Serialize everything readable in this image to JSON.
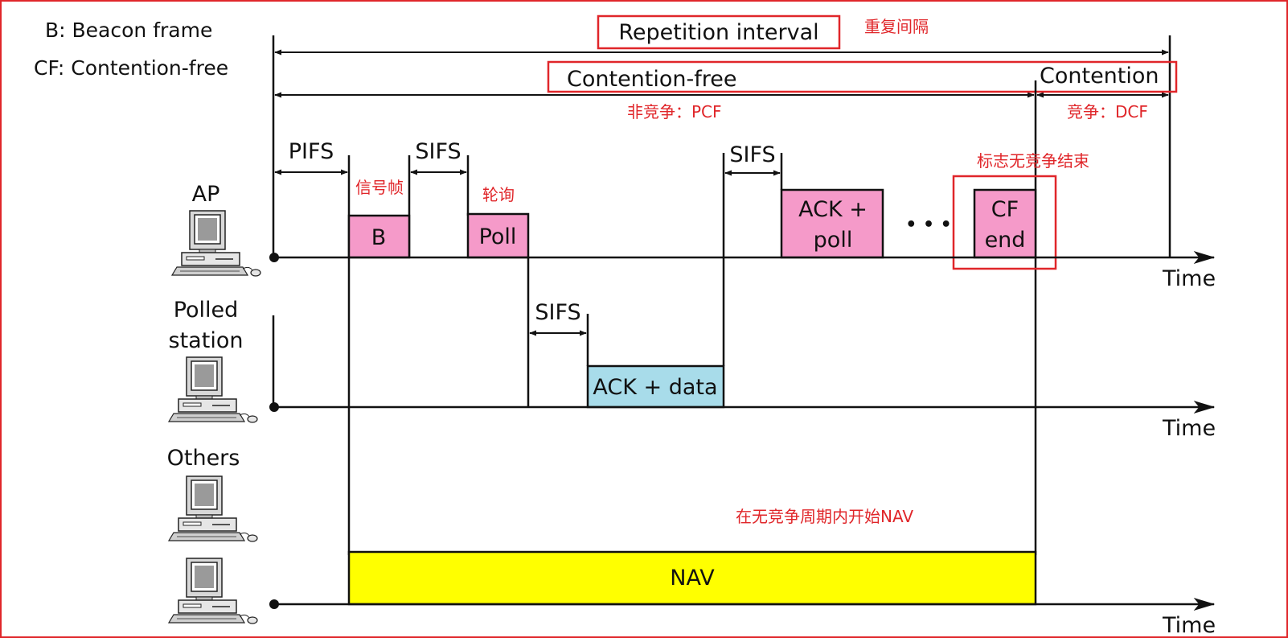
{
  "legend": {
    "beacon": "B:  Beacon frame",
    "cf": "CF:  Contention-free"
  },
  "timeline": {
    "repetition_interval": "Repetition interval",
    "repetition_interval_cn": "重复间隔",
    "contention_free": "Contention-free",
    "contention": "Contention",
    "pcf_cn": "非竞争：PCF",
    "dcf_cn": "竞争：DCF"
  },
  "stations": {
    "ap": "AP",
    "polled_line1": "Polled",
    "polled_line2": "station",
    "others": "Others"
  },
  "gaps": {
    "pifs": "PIFS",
    "sifs": "SIFS"
  },
  "frames": {
    "beacon": "B",
    "poll": "Poll",
    "ack_poll_line1": "ACK +",
    "ack_poll_line2": "poll",
    "cf_end_line1": "CF",
    "cf_end_line2": "end",
    "ack_data": "ACK + data",
    "nav": "NAV",
    "ellipsis": "• • •"
  },
  "annotations": {
    "beacon_cn": "信号帧",
    "poll_cn": "轮询",
    "cf_end_cn": "标志无竞争结束",
    "nav_cn": "在无竞争周期内开始NAV"
  },
  "axis": {
    "time": "Time"
  },
  "colors": {
    "frame_pink": "#f59ac9",
    "frame_blue": "#a8dcea",
    "nav_yellow": "#ffff00",
    "annotation_red": "#e0262a",
    "border_red": "#e0262a"
  }
}
